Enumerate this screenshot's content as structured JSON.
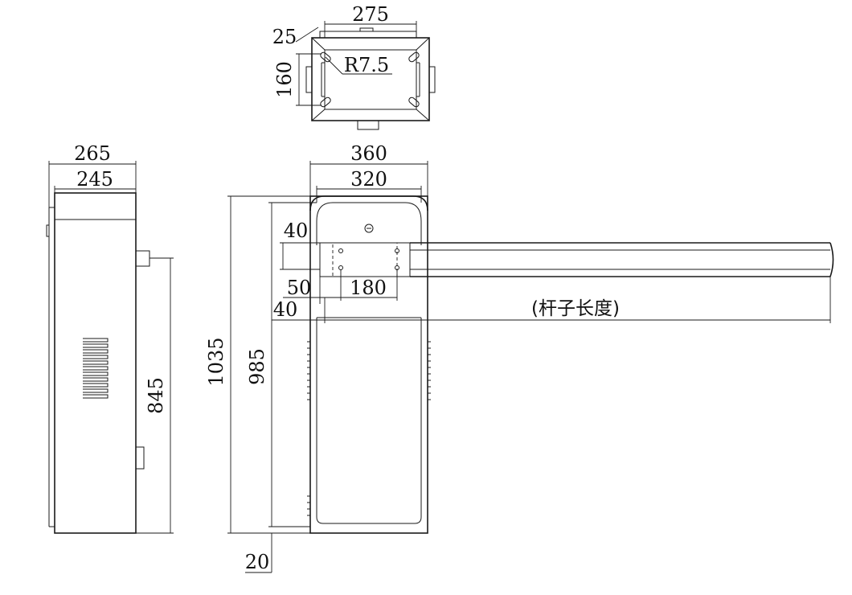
{
  "dimensions": {
    "top_width": "275",
    "top_corner": "25",
    "top_radius": "R7.5",
    "top_height": "160",
    "side_outer_width": "265",
    "side_inner_width": "245",
    "side_height": "845",
    "front_outer_width": "360",
    "front_inner_width": "320",
    "arm_offset_top": "40",
    "arm_offset_left": "50",
    "arm_plate_width": "180",
    "arm_offset_bottom": "40",
    "arm_length": "(杆子长度)",
    "total_height": "1035",
    "body_height": "985",
    "base_height": "20"
  }
}
